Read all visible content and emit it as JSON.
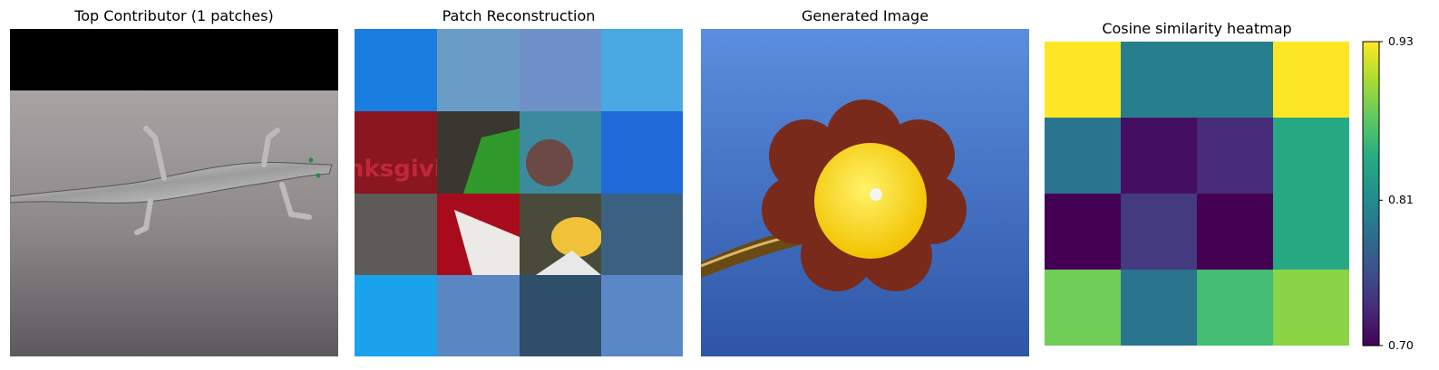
{
  "panels": [
    {
      "title": "Top Contributor (1 patches)"
    },
    {
      "title": "Patch Reconstruction"
    },
    {
      "title": "Generated Image"
    },
    {
      "title": "Cosine similarity heatmap"
    }
  ],
  "colors": {
    "viridis_low": "#440154",
    "viridis_high": "#fde725"
  },
  "chart_data": {
    "type": "heatmap",
    "title": "Cosine similarity heatmap",
    "rows": 4,
    "cols": 4,
    "values": [
      [
        0.93,
        0.8,
        0.8,
        0.93
      ],
      [
        0.79,
        0.71,
        0.73,
        0.84
      ],
      [
        0.7,
        0.74,
        0.7,
        0.84
      ],
      [
        0.88,
        0.79,
        0.86,
        0.89
      ]
    ],
    "colorbar": {
      "min": 0.7,
      "max": 0.93,
      "ticks": [
        "0.93",
        "0.81",
        "0.70"
      ],
      "tick_values": [
        0.93,
        0.81,
        0.7
      ],
      "colormap": "viridis"
    }
  }
}
